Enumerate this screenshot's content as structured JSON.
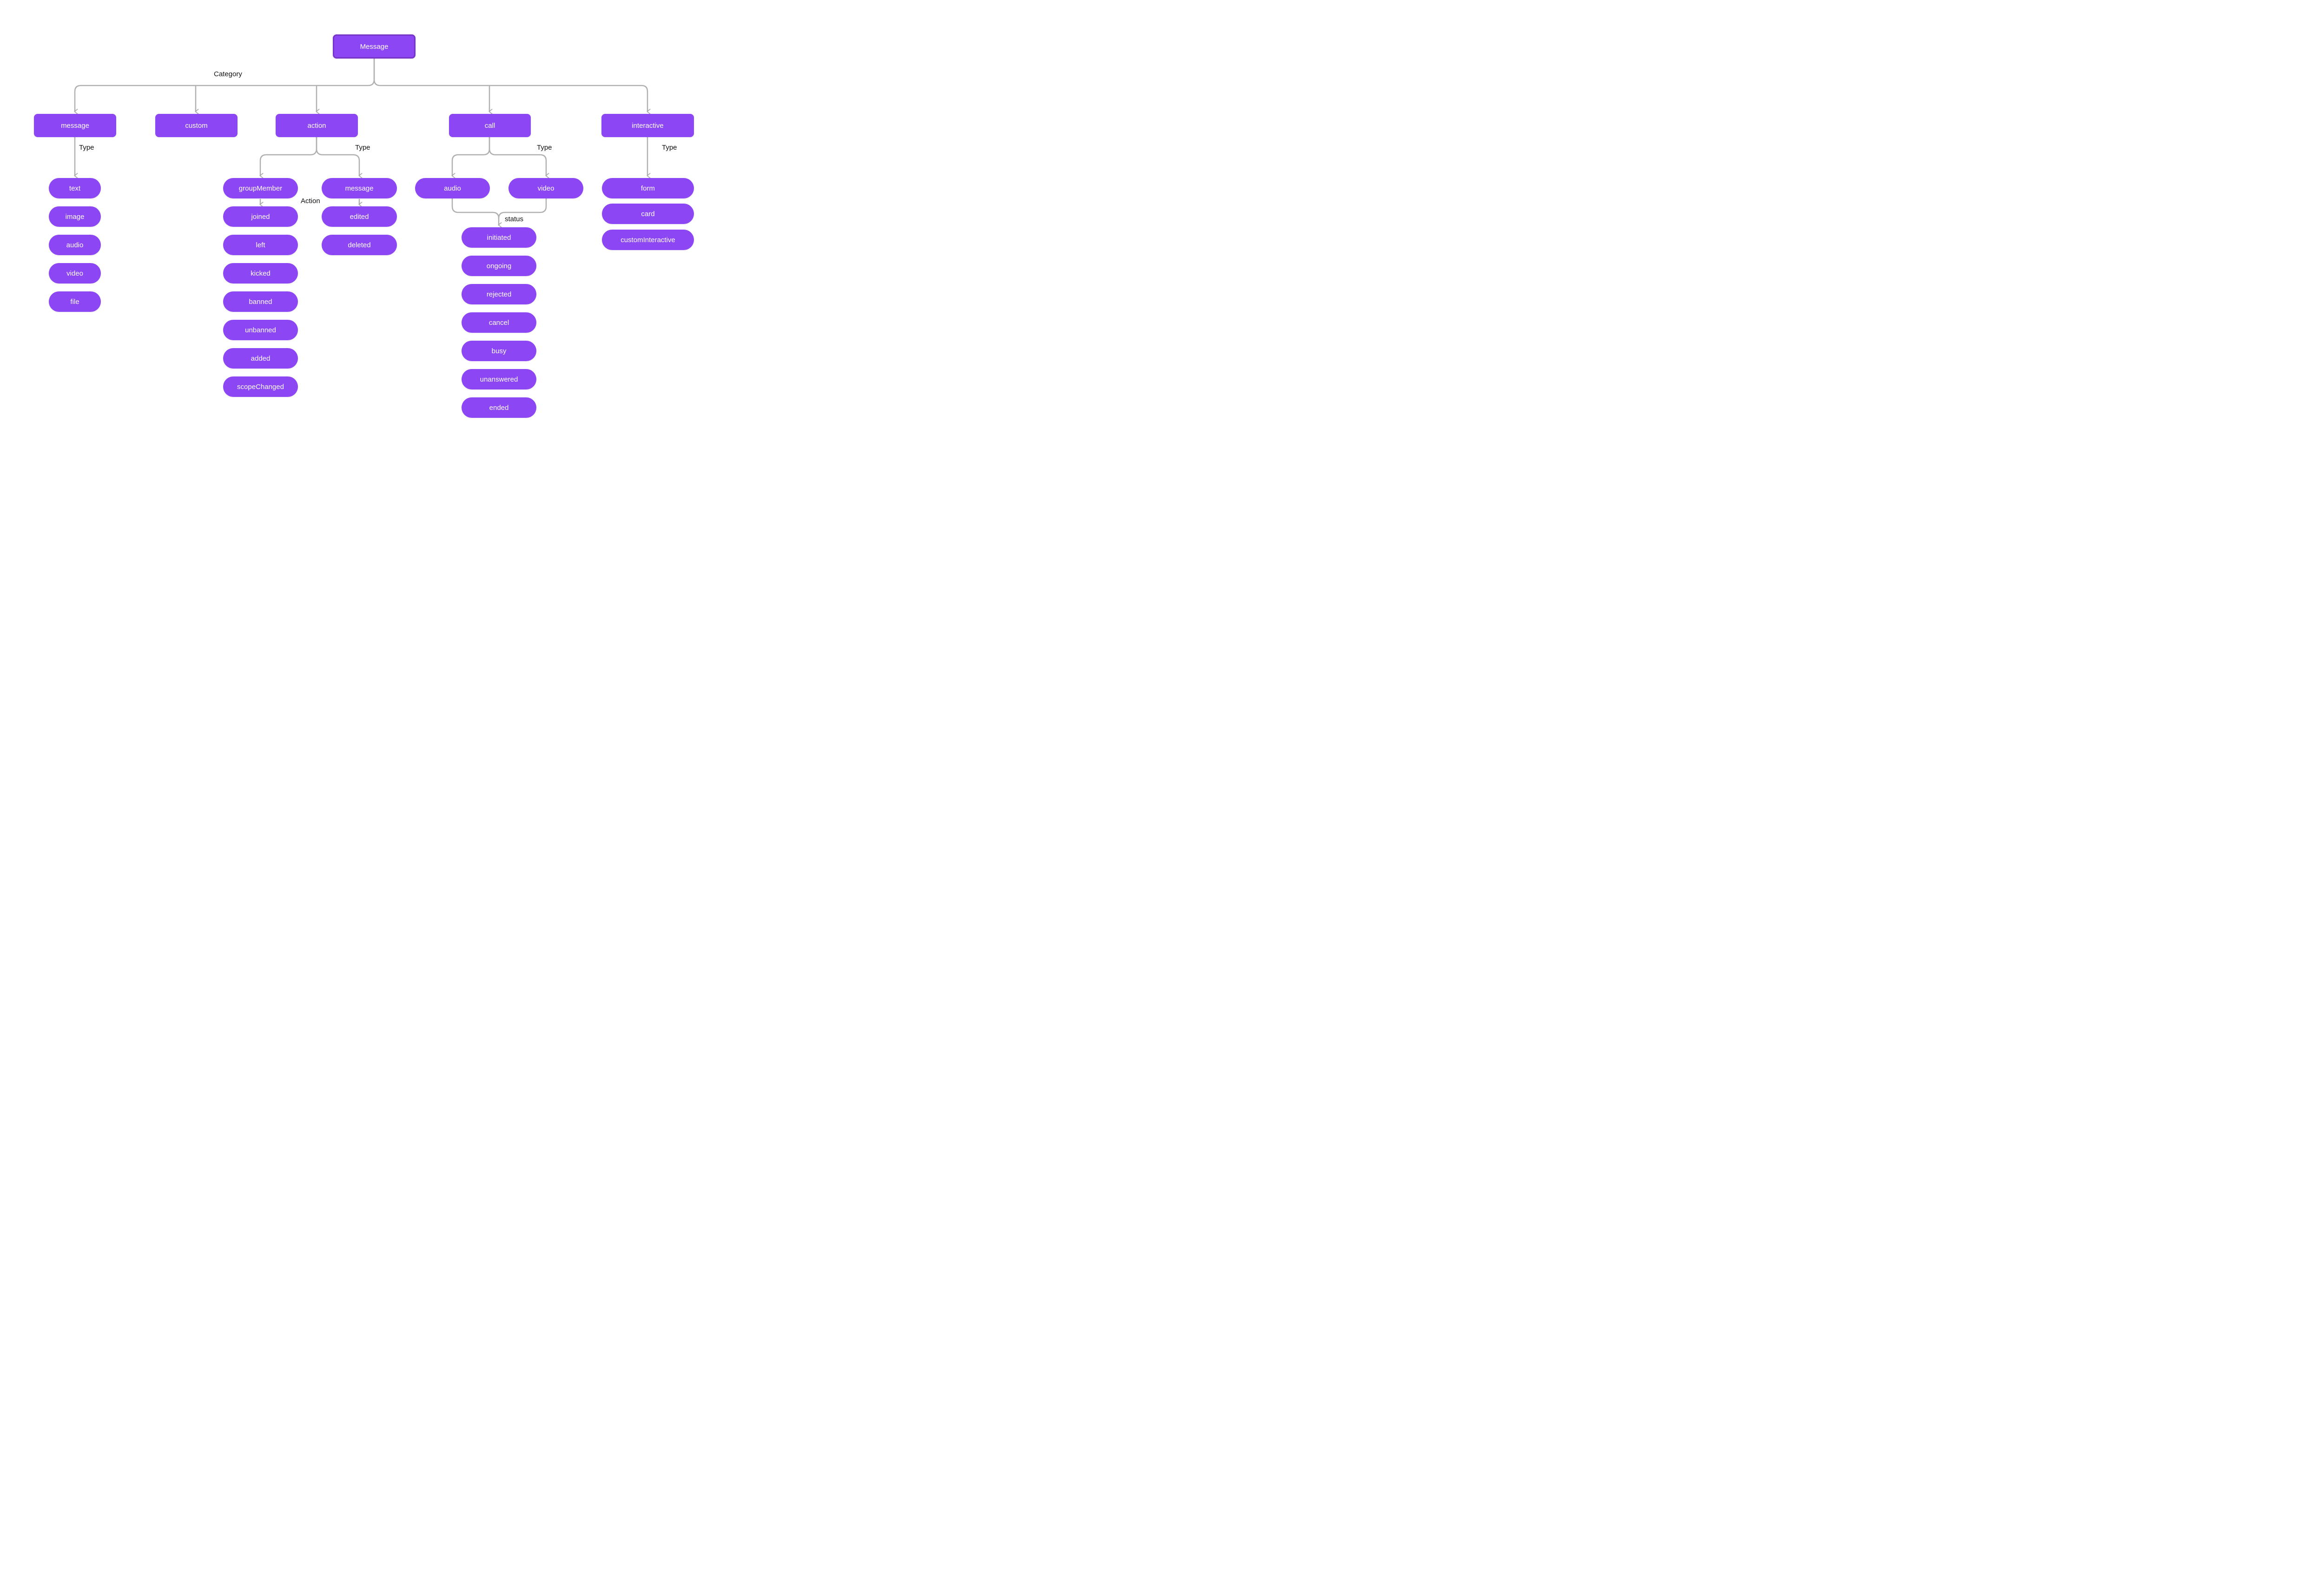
{
  "diagram": {
    "root": {
      "label": "Message"
    },
    "edge_labels": {
      "category": "Category",
      "type_message": "Type",
      "type_action": "Type",
      "type_call": "Type",
      "type_interactive": "Type",
      "action": "Action",
      "status": "status"
    },
    "categories": {
      "message": "message",
      "custom": "custom",
      "action": "action",
      "call": "call",
      "interactive": "interactive"
    },
    "message_types": {
      "text": "text",
      "image": "image",
      "audio": "audio",
      "video": "video",
      "file": "file"
    },
    "action_group_member": {
      "group_member": "groupMember",
      "joined": "joined",
      "left": "left",
      "kicked": "kicked",
      "banned": "banned",
      "unbanned": "unbanned",
      "added": "added",
      "scope_changed": "scopeChanged"
    },
    "action_message": {
      "message": "message",
      "edited": "edited",
      "deleted": "deleted"
    },
    "call_types": {
      "audio": "audio",
      "video": "video"
    },
    "call_statuses": {
      "initiated": "initiated",
      "ongoing": "ongoing",
      "rejected": "rejected",
      "cancel": "cancel",
      "busy": "busy",
      "unanswered": "unanswered",
      "ended": "ended"
    },
    "interactive_types": {
      "form": "form",
      "card": "card",
      "custom_interactive": "customInteractive"
    },
    "colors": {
      "node_fill": "#8C46F4",
      "root_border": "#7636C8",
      "connector": "#B0B0B0",
      "arrowhead": "#ABABAB",
      "label_text": "#111111",
      "node_text": "#FFFFFF",
      "background": "#FFFFFF"
    }
  }
}
